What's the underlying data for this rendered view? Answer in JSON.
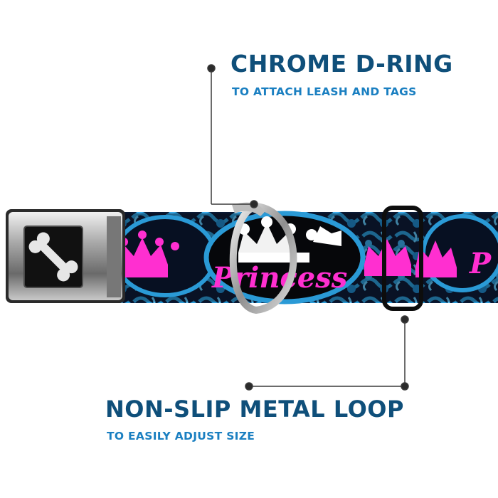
{
  "callouts": {
    "dring": {
      "title": "CHROME D-RING",
      "subtitle": "TO ATTACH LEASH AND TAGS"
    },
    "loop": {
      "title": "NON-SLIP METAL LOOP",
      "subtitle": "TO EASILY ADJUST SIZE"
    }
  },
  "product": {
    "strap_text": "Princess",
    "buckle_icon": "dog-bone-icon"
  },
  "colors": {
    "title": "#0f4f7a",
    "subtitle": "#1a7fc1",
    "pattern_blue": "#2a9ad6",
    "pattern_pink": "#ff2fd0",
    "strap_black": "#06070a",
    "leader_line": "#3a3a3a"
  }
}
